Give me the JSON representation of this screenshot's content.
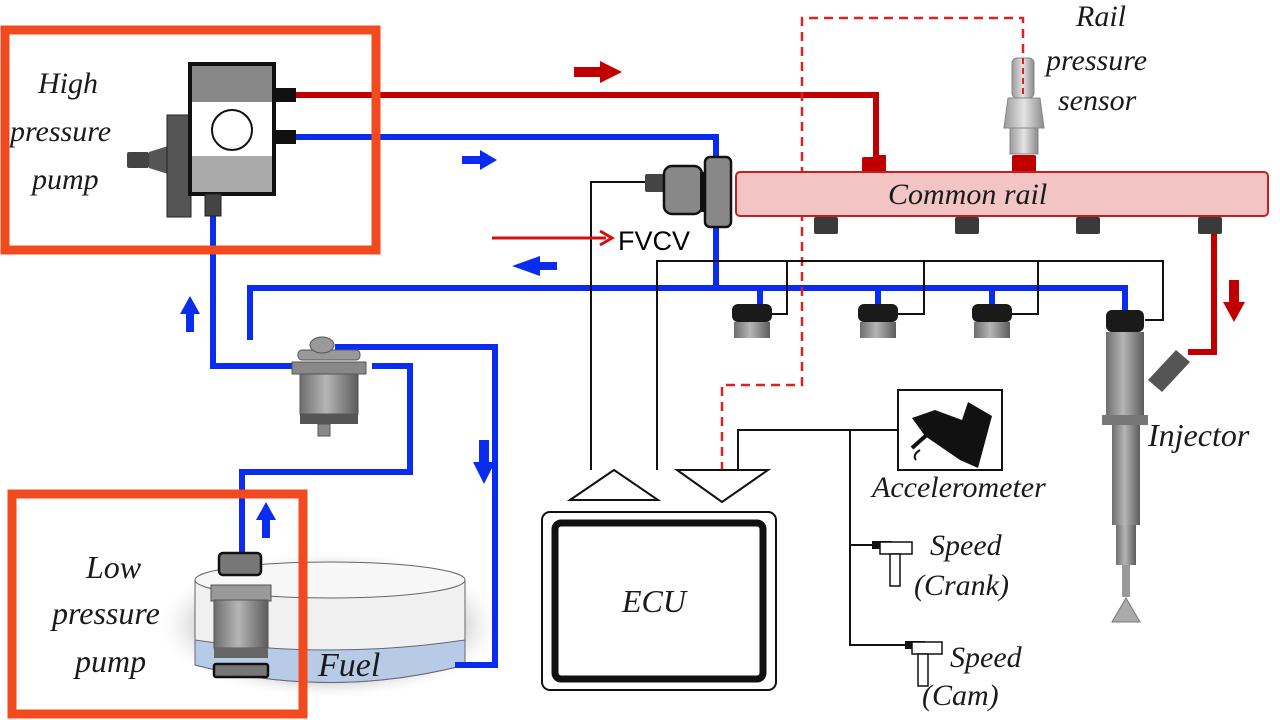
{
  "diagram": {
    "title": "Common rail diesel fuel injection system",
    "colors": {
      "high_pressure_line": "#c00000",
      "low_pressure_line": "#0a2cf0",
      "signal_line": "#e02020",
      "highlight_box": "#f04a1e",
      "rail_fill": "#f2c4c4",
      "fuel_fill": "#b8cbe6"
    },
    "labels": {
      "high_pressure_pump": [
        "High",
        "pressure",
        "pump"
      ],
      "low_pressure_pump": [
        "Low",
        "pressure",
        "pump"
      ],
      "rail_pressure_sensor": [
        "Rail",
        "pressure",
        "sensor"
      ],
      "common_rail": "Common rail",
      "fvcv": "FVCV",
      "fuel": "Fuel",
      "ecu": "ECU",
      "accelerometer": "Accelerometer",
      "speed_crank": [
        "Speed",
        "(Crank)"
      ],
      "speed_cam": [
        "Speed",
        "(Cam)"
      ],
      "injector": "Injector"
    },
    "highlighted_components": [
      "High pressure pump",
      "Low pressure pump"
    ],
    "injector_count": 4
  }
}
